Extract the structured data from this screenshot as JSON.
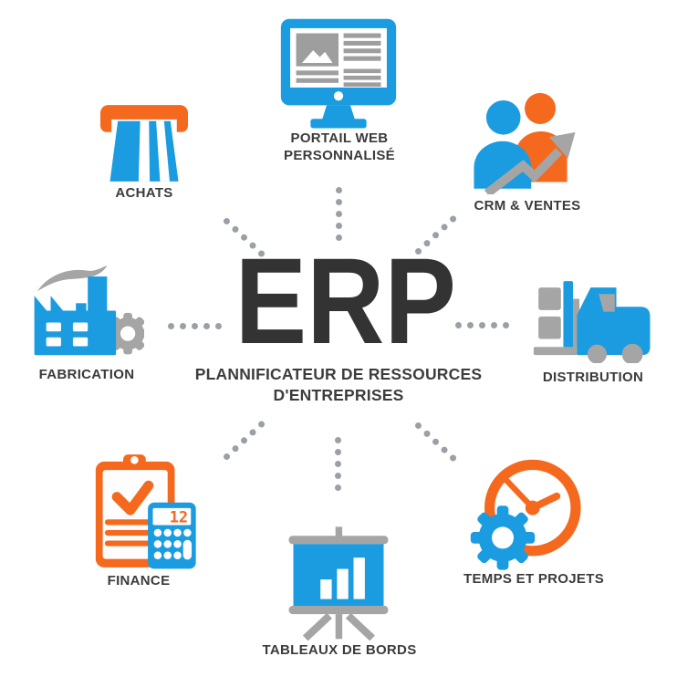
{
  "center": {
    "title": "ERP",
    "subtitle_line1": "PLANNIFICATEUR DE RESSOURCES",
    "subtitle_line2": "D'ENTREPRISES"
  },
  "nodes": {
    "portail_web": {
      "label": "PORTAIL WEB PERSONNALISÉ",
      "icon": "monitor-icon"
    },
    "achats": {
      "label": "ACHATS",
      "icon": "card-slot-icon"
    },
    "crm_ventes": {
      "label": "CRM & VENTES",
      "icon": "people-growth-arrow-icon"
    },
    "fabrication": {
      "label": "FABRICATION",
      "icon": "factory-gear-icon"
    },
    "distribution": {
      "label": "DISTRIBUTION",
      "icon": "forklift-icon"
    },
    "finance": {
      "label": "FINANCE",
      "icon": "clipboard-calculator-icon",
      "calculator_display": "12"
    },
    "temps_projets": {
      "label": "TEMPS ET PROJETS",
      "icon": "clock-gear-icon"
    },
    "tableaux_bords": {
      "label": "TABLEAUX DE BORDS",
      "icon": "presentation-bar-chart-icon"
    }
  },
  "colors": {
    "blue": "#1b9ce0",
    "orange": "#f4691e",
    "gray": "#a5a5a5",
    "dark_text": "#333333",
    "label_text": "#3b3b3b",
    "connector_dot": "#9aa0a6"
  }
}
